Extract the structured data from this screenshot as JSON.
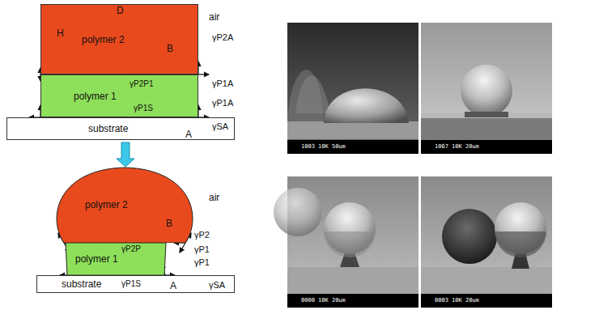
{
  "diagram": {
    "nodes": [
      {
        "text": [
          "polymer 2"
        ]
      },
      {
        "text": [
          "polymer 1"
        ]
      },
      {
        "text": [
          "substrate"
        ]
      },
      {
        "text": [
          "polymer 2"
        ]
      },
      {
        "text": [
          "polymer 1"
        ]
      },
      {
        "text": [
          "substrate"
        ]
      }
    ],
    "edges": [
      {
        "from": 2,
        "to": 3,
        "arrow": "to"
      }
    ],
    "labels": [
      "D",
      "H",
      "B",
      "air",
      "γP2A",
      "γP2P1",
      "γP1A",
      "γP1S",
      "γP1A",
      "γSA",
      "A",
      "air",
      "B",
      "γP2",
      "γP2P",
      "γP1",
      "γP1",
      "γP1S",
      "γSA",
      "A",
      "1003 10K 50um",
      "1067 10K 20um",
      "0000 10K 20um",
      "0003 10K 20um"
    ]
  }
}
